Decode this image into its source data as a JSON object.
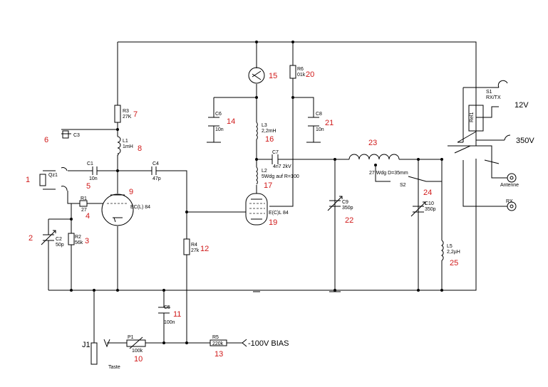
{
  "parts": {
    "qz1": "Qz1",
    "c1_name": "C1",
    "c1_val": "10n",
    "r1_name": "R1",
    "r1_val": "27",
    "c2_name": "C2",
    "c2_val": "50p",
    "r2_name": "R2",
    "r2_val": "56k",
    "c3": "C3",
    "r3_name": "R3",
    "r3_val": "27K",
    "l1_name": "L1",
    "l1_val": "1mH",
    "c4_name": "C4",
    "c4_val": "47p",
    "tube1": "EC(L) 84",
    "r4_name": "R4",
    "r4_val": "27k",
    "c5_name": "C5",
    "c5_val": "100n",
    "p1_name": "P1",
    "p1_val": "100k",
    "r5_name": "R5",
    "r5_val": "220k",
    "j1": "J1",
    "taste": "Taste",
    "c6_name": "C6",
    "c6_val": "10n",
    "l3_name": "L3",
    "l3_val": "2,2mH",
    "l2_name": "L2",
    "l2_val": "5Wdg auf R=100",
    "tube2": "E(C)L 84",
    "c7_name": "C7",
    "c7_val": "4n7 2kV",
    "r6_name": "R6",
    "r6_val": "01k",
    "c8_name": "C8",
    "c8_val": "10n",
    "l4_val": "27 Wdg D=35mm",
    "s2": "S2",
    "c9_name": "C9",
    "c9_val": "350p",
    "c10_name": "C10",
    "c10_val": "350p",
    "l5_name": "L5",
    "l5_val": "2,2µH",
    "s1_name": "S1",
    "s1_val": "RX/TX",
    "rel": "Rel1",
    "antenne": "Antenne",
    "rx": "RX"
  },
  "labels": {
    "v12": "12V",
    "v350": "350V",
    "bias": "-100V BIAS"
  },
  "refs": [
    "1",
    "2",
    "3",
    "4",
    "5",
    "6",
    "7",
    "8",
    "9",
    "10",
    "11",
    "12",
    "13",
    "14",
    "15",
    "16",
    "17",
    "19",
    "20",
    "21",
    "22",
    "23",
    "24",
    "25"
  ]
}
